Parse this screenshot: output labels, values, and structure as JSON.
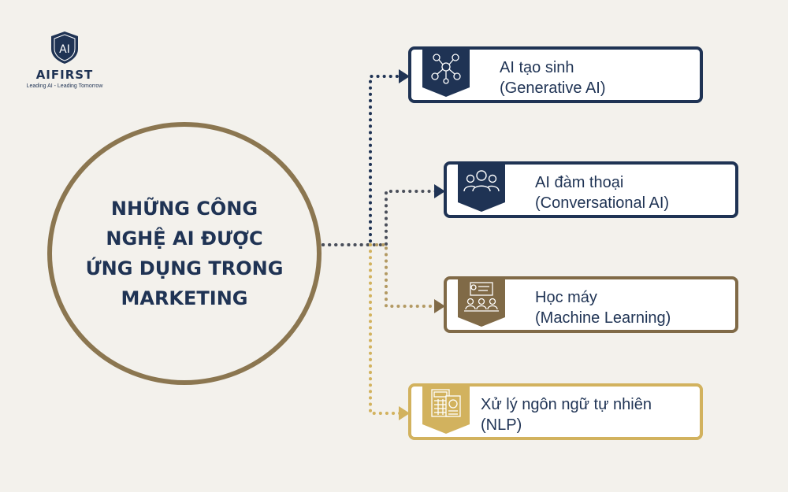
{
  "logo": {
    "mark": "AI",
    "name": "AIFIRST",
    "tagline": "Leading AI - Leading Tomorrow"
  },
  "center": {
    "title": "NHỮNG CÔNG NGHỆ AI ĐƯỢC ỨNG DỤNG TRONG MARKETING"
  },
  "colors": {
    "navy": "#1f3354",
    "brown": "#806a47",
    "gold": "#d2b25e",
    "ring": "#8b7650",
    "background": "#f3f1ec"
  },
  "cards": [
    {
      "line1": "AI tạo sinh",
      "line2": "(Generative AI)",
      "icon": "network-people-icon"
    },
    {
      "line1": "AI đàm thoại",
      "line2": "(Conversational AI)",
      "icon": "group-people-icon"
    },
    {
      "line1": "Học máy",
      "line2": "(Machine Learning)",
      "icon": "classroom-screen-icon"
    },
    {
      "line1": "Xử lý ngôn ngữ tự nhiên",
      "line2": "(NLP)",
      "icon": "calculator-document-icon"
    }
  ]
}
